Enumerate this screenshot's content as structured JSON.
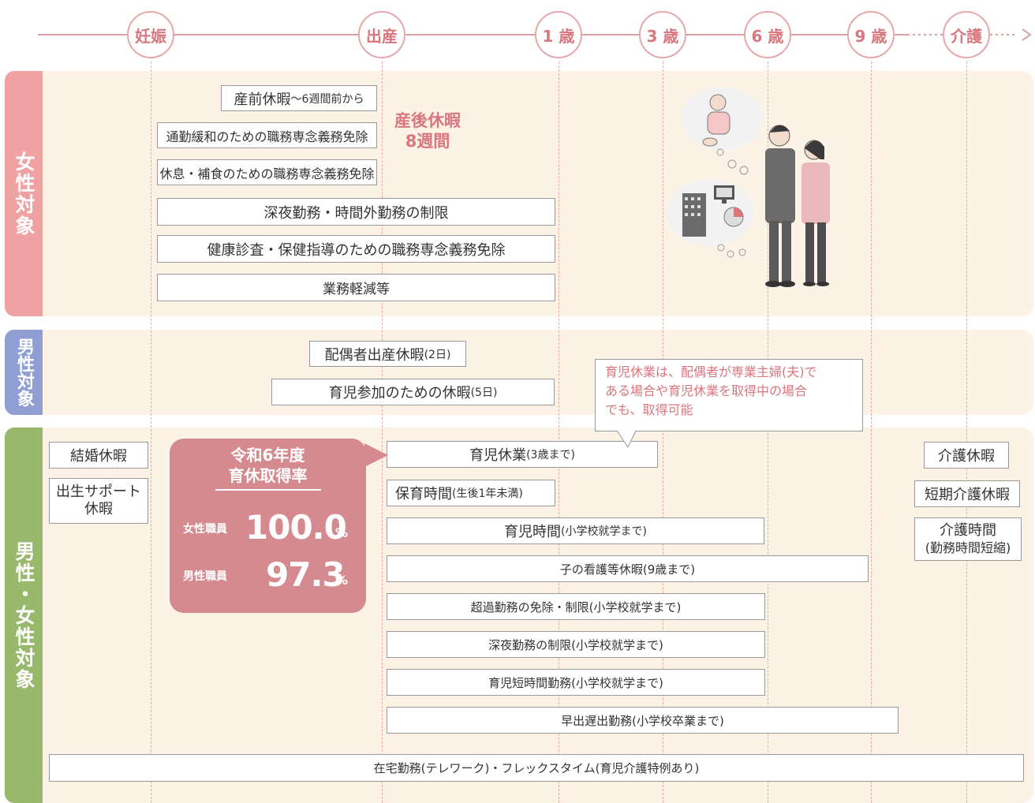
{
  "timeline": {
    "milestones": [
      "妊娠",
      "出産",
      "1 歳",
      "3 歳",
      "6 歳",
      "9 歳",
      "介護"
    ]
  },
  "sections": {
    "women": "女性対象",
    "men": "男性対象",
    "both": "男性・女性対象"
  },
  "women_items": {
    "prenatal_leave": "産前休暇",
    "prenatal_leave_note": "～6週間前から",
    "commute_relief": "通勤緩和のための職務専念義務免除",
    "rest_meal": "休息・補食のための職務専念義務免除",
    "night_overtime": "深夜勤務・時間外勤務の制限",
    "health_check": "健康診査・保健指導のための職務専念義務免除",
    "work_reduction": "業務軽減等",
    "postnatal_leave_l1": "産後休暇",
    "postnatal_leave_l2": "8週間"
  },
  "men_items": {
    "spouse_birth_leave": "配偶者出産休暇",
    "spouse_birth_leave_days": "(2日)",
    "childcare_participation": "育児参加のための休暇",
    "childcare_participation_days": "(5日)"
  },
  "callout_note": {
    "l1": "育児休業は、配偶者が専業主婦(夫)で",
    "l2": "ある場合や育児休業を取得中の場合",
    "l3": "でも、取得可能"
  },
  "both_items": {
    "marriage_leave": "結婚休暇",
    "birth_support_l1": "出生サポート",
    "birth_support_l2": "休暇",
    "childcare_leave": "育児休業",
    "childcare_leave_note": "(3歳まで)",
    "nursing_time": "保育時間",
    "nursing_time_note": "(生後1年未満)",
    "childcare_time": "育児時間",
    "childcare_time_note": "(小学校就学まで)",
    "sick_child_leave": "子の看護等休暇(9歳まで)",
    "overtime_exempt": "超過勤務の免除・制限(小学校就学まで)",
    "night_limit": "深夜勤務の制限(小学校就学まで)",
    "short_hours": "育児短時間勤務(小学校就学まで)",
    "early_late": "早出遅出勤務(小学校卒業まで)",
    "telework": "在宅勤務(テレワーク)・フレックスタイム(育児介護特例あり)",
    "care_leave": "介護休暇",
    "short_care_leave": "短期介護休暇",
    "care_time_l1": "介護時間",
    "care_time_l2": "(勤務時間短縮)"
  },
  "rate_bubble": {
    "title_l1": "令和6年度",
    "title_l2": "育休取得率",
    "female_label": "女性職員",
    "female_value": "100.0",
    "male_label": "男性職員",
    "male_value": "97.3",
    "unit": "%"
  },
  "colors": {
    "women": "#f0a2a2",
    "men": "#8f9fd3",
    "both": "#98b86c",
    "accent": "#d8777e",
    "bubble": "#d58a90"
  }
}
